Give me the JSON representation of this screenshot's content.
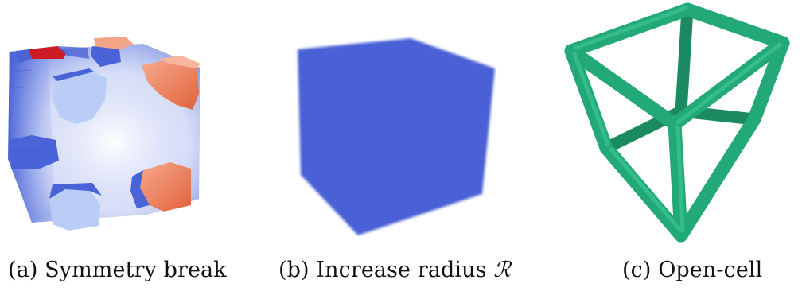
{
  "panels": [
    {
      "id": "a",
      "label": "(a)",
      "caption": "Symmetry break",
      "colors": {
        "blue": "#4a63d6",
        "light_blue": "#b9cdf7",
        "red": "#e86b45",
        "light_red": "#f6a98a",
        "dark_red": "#cc1b25"
      }
    },
    {
      "id": "b",
      "label": "(b)",
      "caption": "Increase radius ",
      "symbol": "ℛ",
      "colors": {
        "blue": "#4860d6"
      }
    },
    {
      "id": "c",
      "label": "(c)",
      "caption": "Open-cell",
      "colors": {
        "green": "#23a878",
        "dark_green": "#1b8a61",
        "light_green": "#39c191"
      }
    }
  ]
}
